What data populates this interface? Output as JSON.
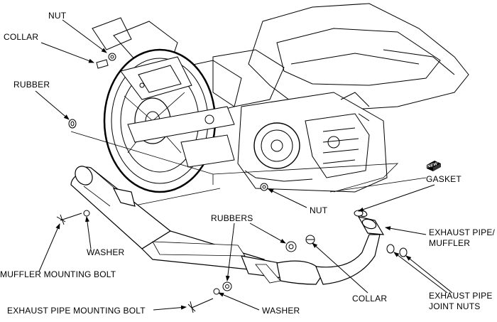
{
  "diagram": {
    "labels": {
      "nut_top": "NUT",
      "collar_top": "COLLAR",
      "rubber": "RUBBER",
      "gasket": "GASKET",
      "nut_mid": "NUT",
      "rubbers": "RUBBERS",
      "exhaust_pipe_muffler_1": "EXHAUST PIPE/",
      "exhaust_pipe_muffler_2": "MUFFLER",
      "washer_left": "WASHER",
      "muffler_mounting_bolt": "MUFFLER MOUNTING BOLT",
      "collar_bottom": "COLLAR",
      "joint_nuts_1": "EXHAUST PIPE",
      "joint_nuts_2": "JOINT NUTS",
      "exhaust_pipe_mounting_bolt": "EXHAUST PIPE MOUNTING BOLT",
      "washer_bottom": "WASHER"
    },
    "badge": "NEW",
    "colors": {
      "line": "#000000",
      "fill": "#ffffff"
    }
  }
}
